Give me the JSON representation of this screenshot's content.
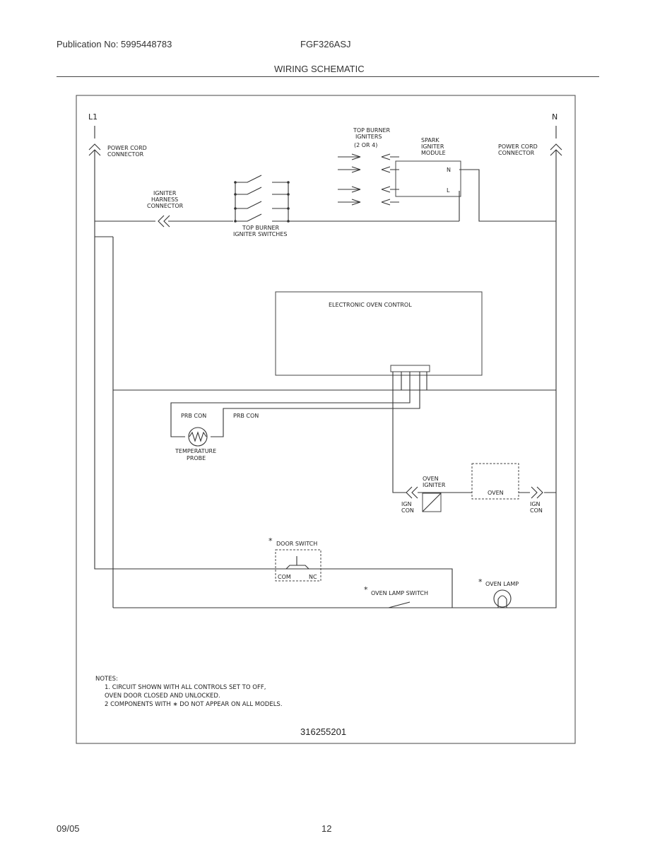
{
  "header": {
    "publication": "Publication No: 5995448783",
    "model": "FGF326ASJ",
    "title": "WIRING SCHEMATIC"
  },
  "footer": {
    "date": "09/05",
    "page": "12"
  },
  "schematic": {
    "l1": "L1",
    "n": "N",
    "power_cord_left": [
      "POWER CORD",
      "CONNECTOR"
    ],
    "power_cord_right": [
      "POWER CORD",
      "CONNECTOR"
    ],
    "igniter_harness": [
      "IGNITER",
      "HARNESS",
      "CONNECTOR"
    ],
    "top_burner_switches": [
      "TOP BURNER",
      "IGNITER SWITCHES"
    ],
    "top_burner_igniters": [
      "TOP BURNER",
      "IGNITERS",
      "(2 OR 4)"
    ],
    "spark_module": [
      "SPARK",
      "IGNITER",
      "MODULE"
    ],
    "module_n": "N",
    "module_l": "L",
    "oven_control": "ELECTRONIC OVEN CONTROL",
    "prb_con_1": "PRB CON",
    "prb_con_2": "PRB CON",
    "temp_probe": [
      "TEMPERATURE",
      "PROBE"
    ],
    "oven_igniter": [
      "OVEN",
      "IGNITER"
    ],
    "ign_con_left": [
      "IGN",
      "CON"
    ],
    "ign_con_right": [
      "IGN",
      "CON"
    ],
    "oven_valve": "OVEN",
    "door_switch": "DOOR SWITCH",
    "com": "COM",
    "nc": "NC",
    "oven_lamp_switch": "OVEN LAMP SWITCH",
    "oven_lamp": "OVEN LAMP",
    "asterisk": "*",
    "notes_title": "NOTES:",
    "notes": [
      "1.  CIRCUIT SHOWN WITH ALL CONTROLS SET TO OFF,",
      "     OVEN DOOR CLOSED AND UNLOCKED.",
      "2  COMPONENTS WITH  ∗  DO NOT APPEAR ON ALL MODELS."
    ],
    "part_number": "316255201"
  }
}
